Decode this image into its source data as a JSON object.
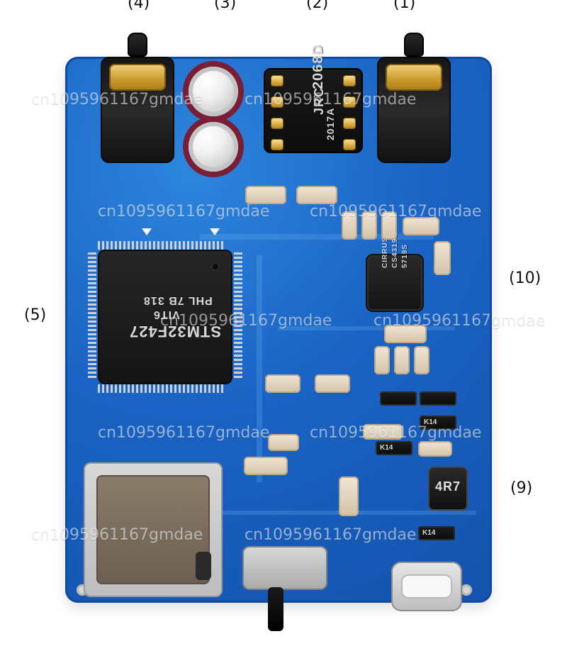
{
  "labels": {
    "top_4": "(4)",
    "top_3": "(3)",
    "top_2": "(2)",
    "top_1": "(1)",
    "left_5": "(5)",
    "right_10": "(10)",
    "right_9": "(9)"
  },
  "watermarks": [
    "cn1095961167gmdae",
    "cn1095961167gmdae",
    "cn1095961167gmdae",
    "cn1095961167gmdae",
    "cn1095961167gmdae",
    "cn1095961167gmdae",
    "cn1095961167gmdae",
    "cn1095961167gmdae",
    "cn1095961167gmdae",
    "cn1095961167gmdae",
    "cn1095961167gmdae"
  ],
  "chips": {
    "opamp_line1": "2068D",
    "opamp_line2": "JRC",
    "opamp_line3": "2017A",
    "mcu_line1": "STM32F427",
    "mcu_line2": "VIT6",
    "mcu_line3": "PHL 7B 318",
    "qfn_line1": "CIRRUS",
    "qfn_line2": "CS43198",
    "qfn_line3": "5719S",
    "inductor": "4R7",
    "k14": "K14"
  },
  "colors": {
    "pcb": "#1a63c4",
    "watermark": "#ffffff",
    "label": "#111111"
  },
  "icons": {
    "board": "pcb-board",
    "audio_jack": "audio-jack-icon",
    "capacitor": "capacitor-icon",
    "ic": "integrated-circuit-icon",
    "sd_slot": "microsd-slot-icon",
    "switch": "switch-icon",
    "usb": "micro-usb-icon"
  }
}
